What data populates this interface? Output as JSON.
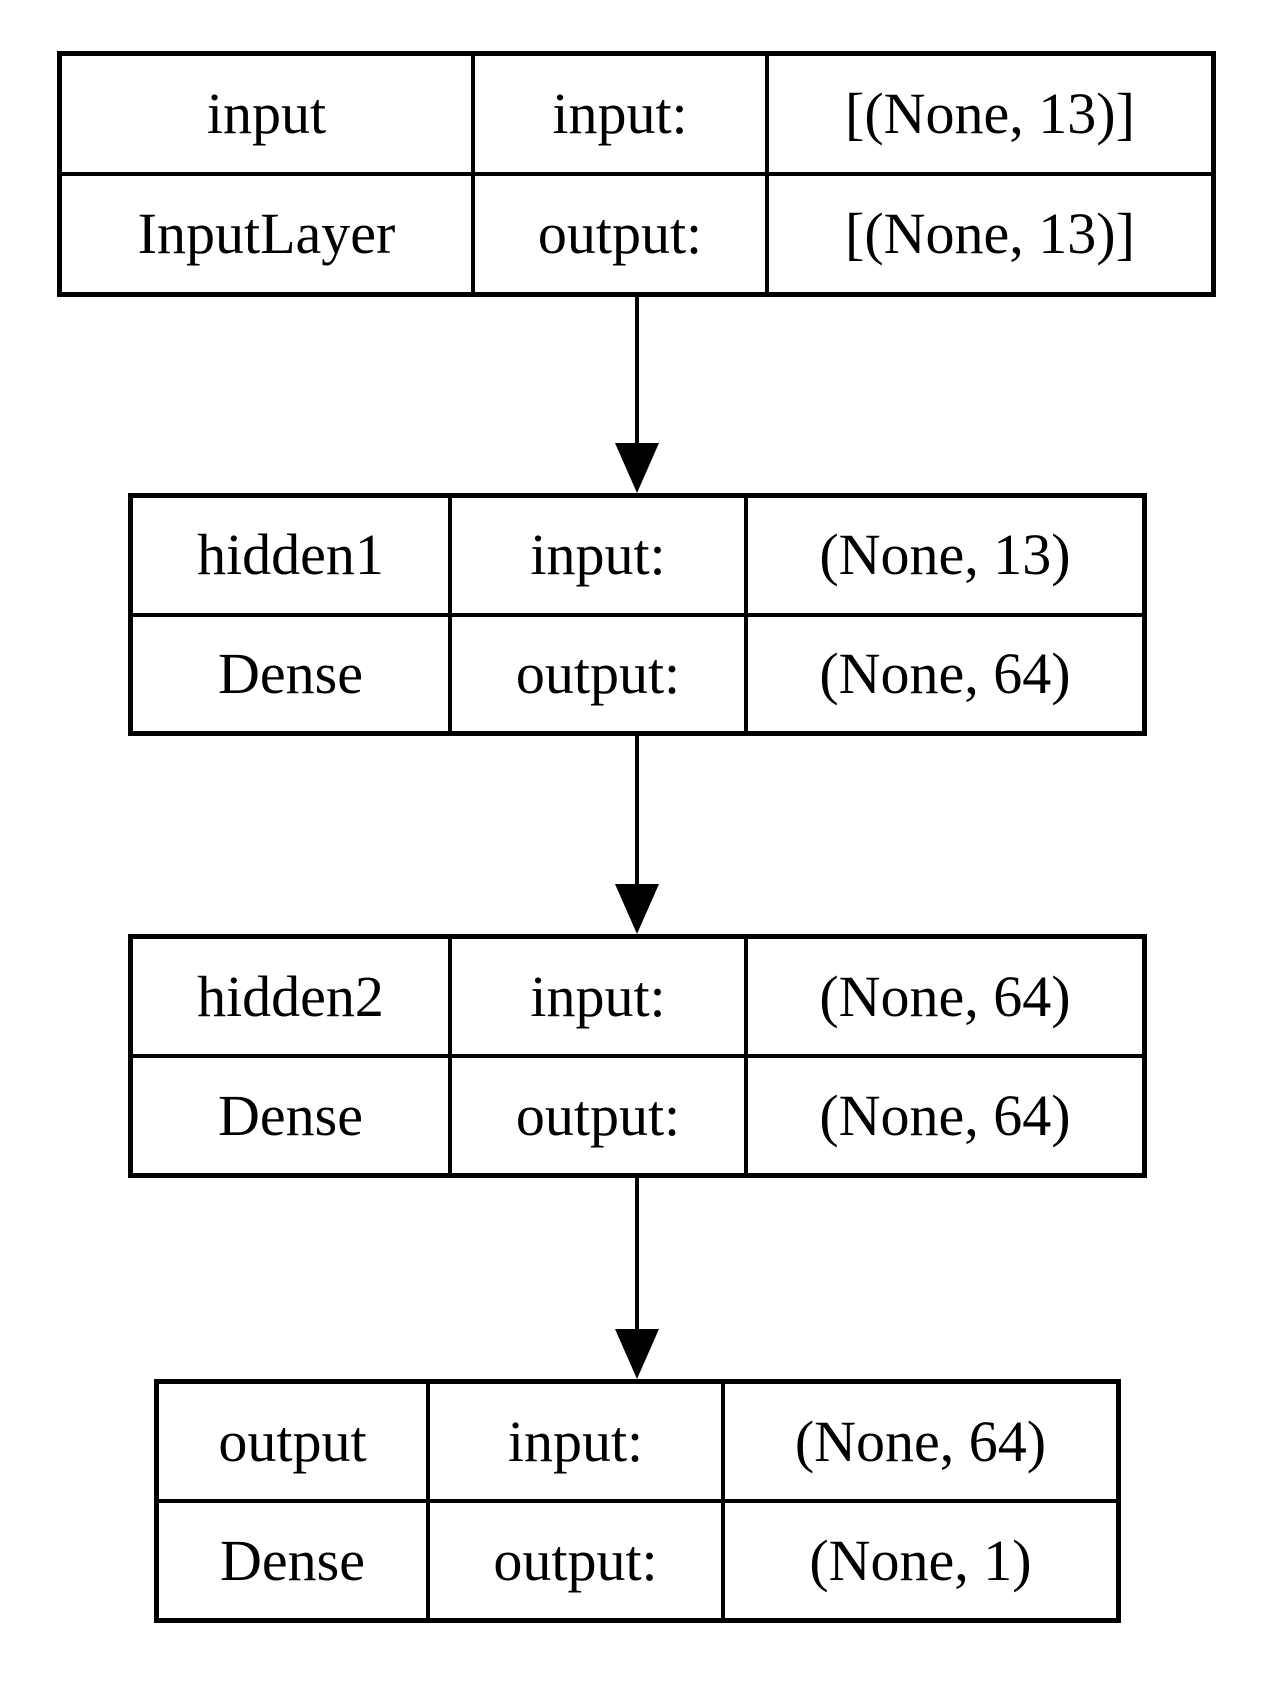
{
  "colors": {
    "background": "#ffffff",
    "stroke": "#000000",
    "text": "#000000"
  },
  "nodes": [
    {
      "name": "input",
      "layer_type": "InputLayer",
      "input_label": "input:",
      "output_label": "output:",
      "input_shape": "[(None, 13)]",
      "output_shape": "[(None, 13)]"
    },
    {
      "name": "hidden1",
      "layer_type": "Dense",
      "input_label": "input:",
      "output_label": "output:",
      "input_shape": "(None, 13)",
      "output_shape": "(None, 64)"
    },
    {
      "name": "hidden2",
      "layer_type": "Dense",
      "input_label": "input:",
      "output_label": "output:",
      "input_shape": "(None, 64)",
      "output_shape": "(None, 64)"
    },
    {
      "name": "output",
      "layer_type": "Dense",
      "input_label": "input:",
      "output_label": "output:",
      "input_shape": "(None, 64)",
      "output_shape": "(None, 1)"
    }
  ],
  "edges": [
    {
      "from": "input",
      "to": "hidden1"
    },
    {
      "from": "hidden1",
      "to": "hidden2"
    },
    {
      "from": "hidden2",
      "to": "output"
    }
  ]
}
